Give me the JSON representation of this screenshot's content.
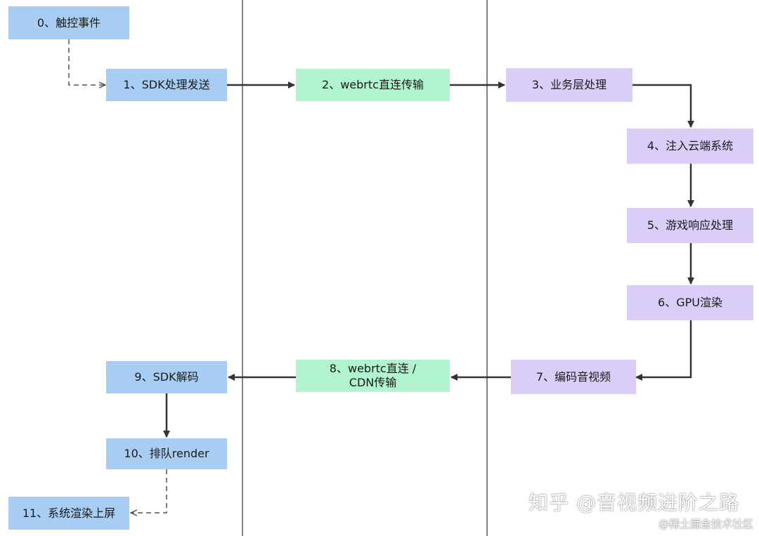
{
  "nodes": {
    "n0": "0、触控事件",
    "n1": "1、SDK处理发送",
    "n2": "2、webrtc直连传输",
    "n3": "3、业务层处理",
    "n4": "4、注入云端系统",
    "n5": "5、游戏响应处理",
    "n6": "6、GPU渲染",
    "n7": "7、编码音视频",
    "n8": "8、webrtc直连 /\nCDN传输",
    "n9": "9、SDK解码",
    "n10": "10、排队render",
    "n11": "11、系统渲染上屏"
  },
  "watermark": {
    "zhihu": "知乎 @音视频进阶之路",
    "juejin": "@稀土掘金技术社区"
  },
  "colors": {
    "client": "#a8cdf2",
    "transport": "#b2f3cf",
    "server": "#dacdf7",
    "line": "#333333"
  }
}
